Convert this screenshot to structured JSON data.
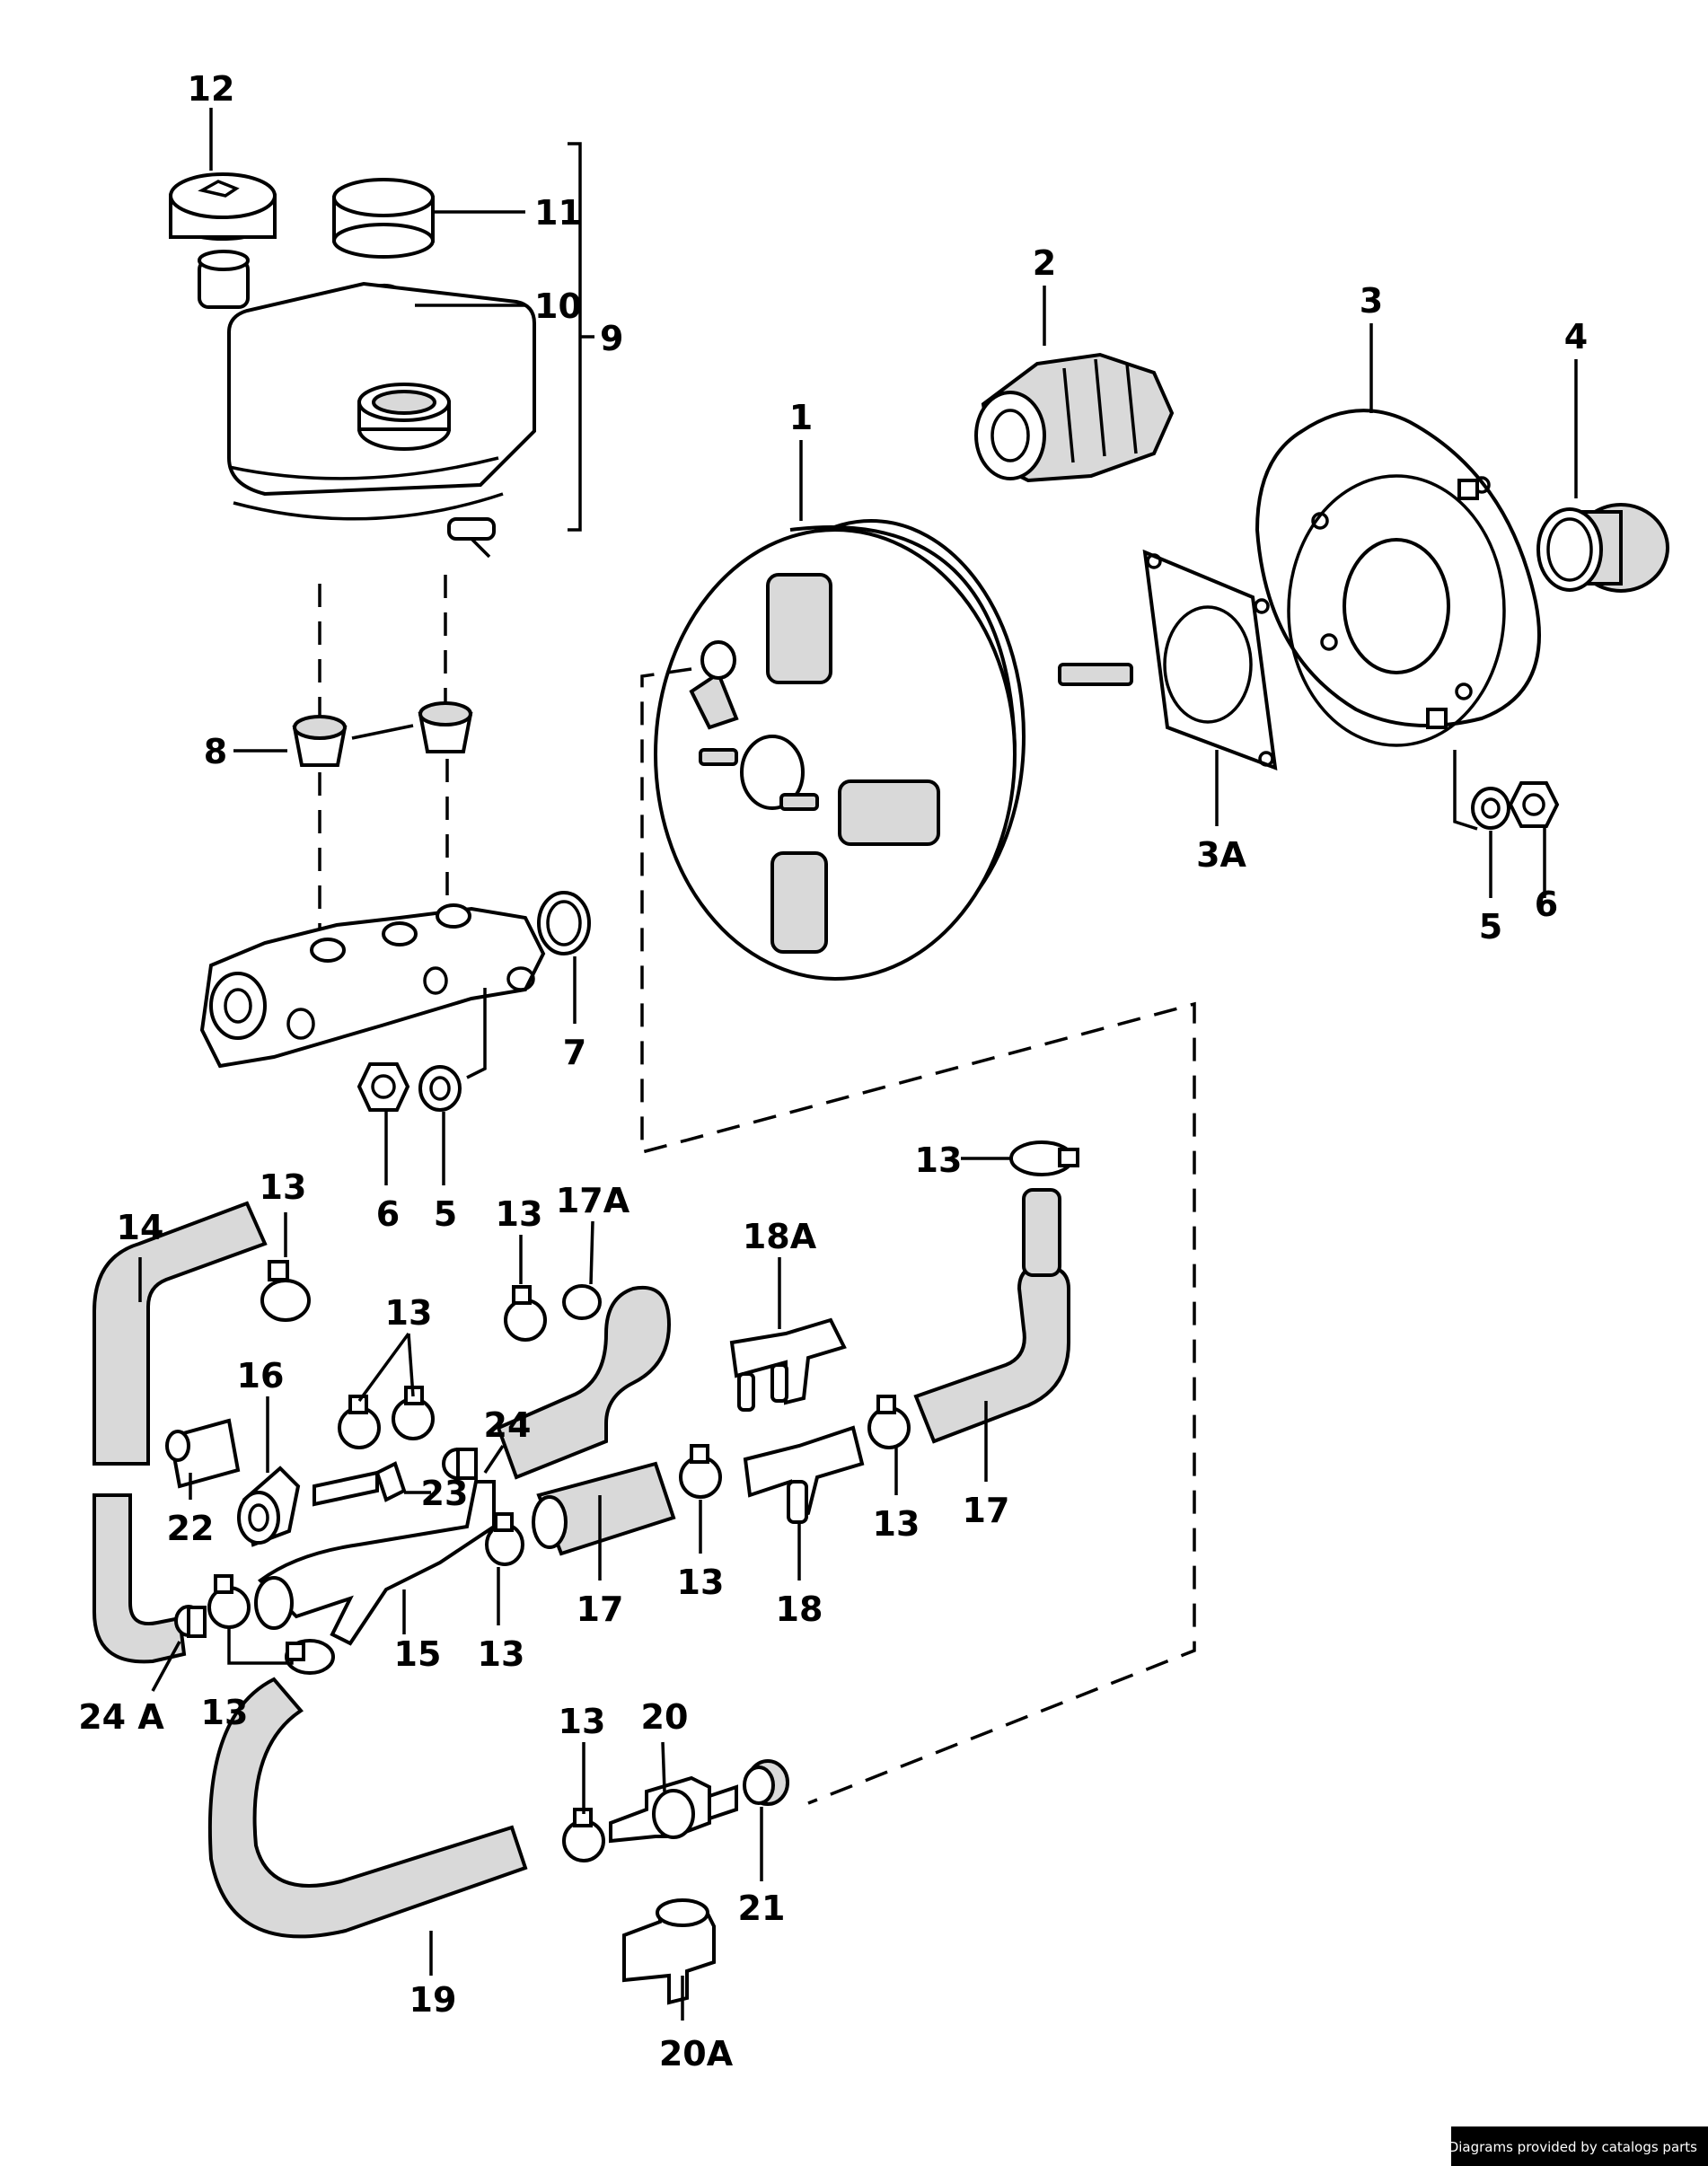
{
  "labels": {
    "l1": "1",
    "l2": "2",
    "l3": "3",
    "l3a": "3A",
    "l4": "4",
    "l5a": "5",
    "l6a": "6",
    "l7": "7",
    "l5b": "5",
    "l6b": "6",
    "l8": "8",
    "l9": "9",
    "l10": "10",
    "l11": "11",
    "l12": "12",
    "l13a": "13",
    "l13b": "13",
    "l13c": "13",
    "l13d": "13",
    "l13e": "13",
    "l13f": "13",
    "l13g": "13",
    "l13h": "13",
    "l13i": "13",
    "l14": "14",
    "l15": "15",
    "l16": "16",
    "l17a": "17",
    "l17b": "17",
    "l17A": "17A",
    "l18": "18",
    "l18A": "18A",
    "l19": "19",
    "l20": "20",
    "l20A": "20A",
    "l21": "21",
    "l22": "22",
    "l23": "23",
    "l24": "24",
    "l24A": "24 A"
  },
  "footer": {
    "credit": "Diagrams provided by catalogs parts"
  }
}
